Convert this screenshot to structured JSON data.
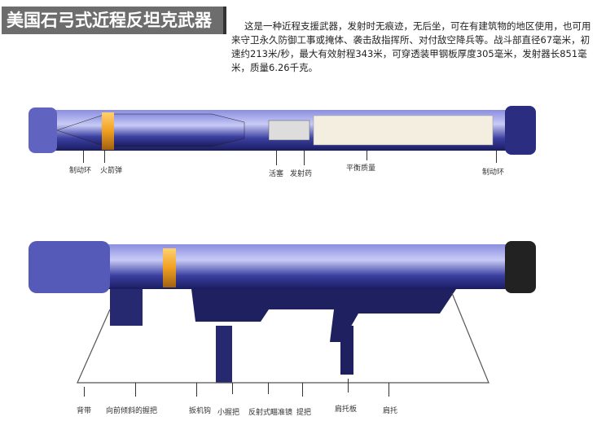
{
  "title": "美国石弓式近程反坦克武器",
  "description": "这是一种近程支援武器，发射时无痕迹，无后坐，可在有建筑物的地区使用，也可用来守卫永久防御工事或掩体、袭击敌指挥所、对付敌空降兵等。战斗部直径67毫米，初速约213米/秒，最大有效射程343米，可穿透装甲钢板厚度305毫米，发射器长851毫米，质量6.26千克。",
  "top_labels": [
    "制动环",
    "火箭弹",
    "活塞",
    "发射药",
    "平衡质量",
    "制动环"
  ],
  "bottom_labels": [
    "背带",
    "向前倾斜的握把",
    "扳机钩",
    "小握把",
    "反射式瞄准镜",
    "提把",
    "肩托板",
    "肩托"
  ],
  "colors": {
    "body": "#3b3fa0",
    "accent": "#f0a020",
    "title_bg": "#6d6d6d"
  }
}
